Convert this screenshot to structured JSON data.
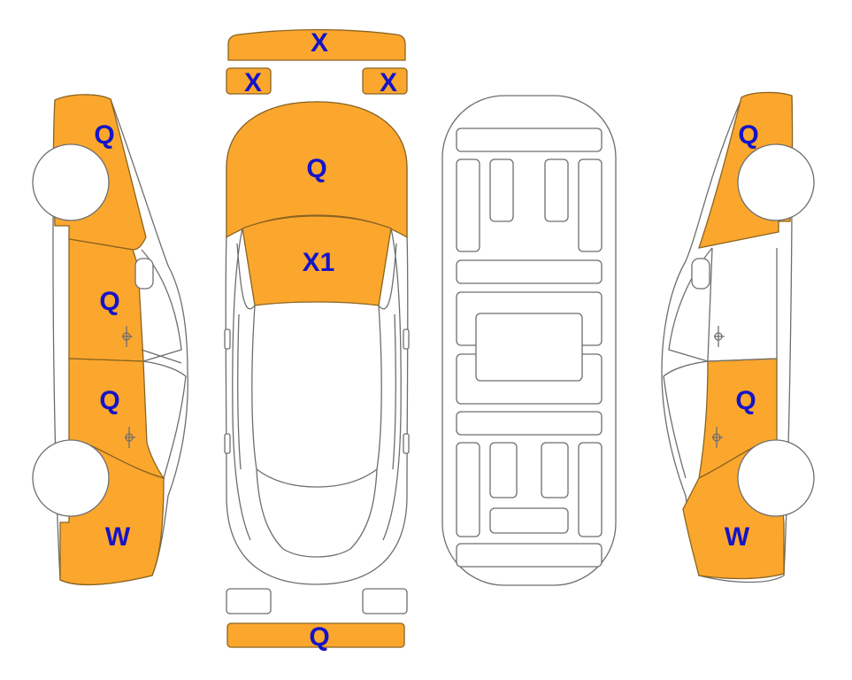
{
  "colors": {
    "panel": "#FBA72E",
    "label": "#1414C8",
    "outline": "#6E6E6E",
    "outline_dark": "#8A6420",
    "background": "#FFFFFF"
  },
  "labels": {
    "front_bumper_top": "X",
    "front_left_light": "X",
    "front_right_light": "X",
    "hood": "Q",
    "windshield": "X1",
    "rear_bumper": "Q",
    "left_front_fender": "Q",
    "left_front_door": "Q",
    "left_rear_door": "Q",
    "left_rear_quarter": "W",
    "right_front_fender": "Q",
    "right_rear_door": "Q",
    "right_rear_quarter": "W"
  }
}
